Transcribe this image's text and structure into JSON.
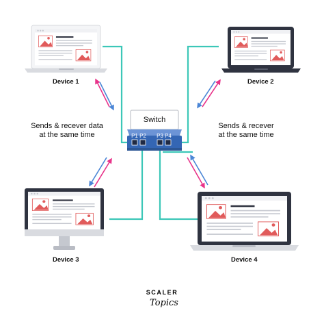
{
  "switch": {
    "title": "Switch",
    "ports": [
      "P1",
      "P2",
      "P3",
      "P4"
    ]
  },
  "devices": [
    {
      "label": "Device 1"
    },
    {
      "label": "Device 2"
    },
    {
      "label": "Device 3"
    },
    {
      "label": "Device 4"
    }
  ],
  "notes": {
    "left_line1": "Sends & recever data",
    "left_line2": "at the same time",
    "right_line1": "Sends & recever",
    "right_line2": "at the same time"
  },
  "brand": {
    "top": "SCALER",
    "bottom": "Topics"
  },
  "colors": {
    "cable": "#3cc7b8",
    "arrow_pink": "#e8338a",
    "arrow_blue": "#4b86d6",
    "screen_dark": "#2f3340",
    "switch_blue": "#3466b4",
    "image_red": "#e15b5b"
  }
}
